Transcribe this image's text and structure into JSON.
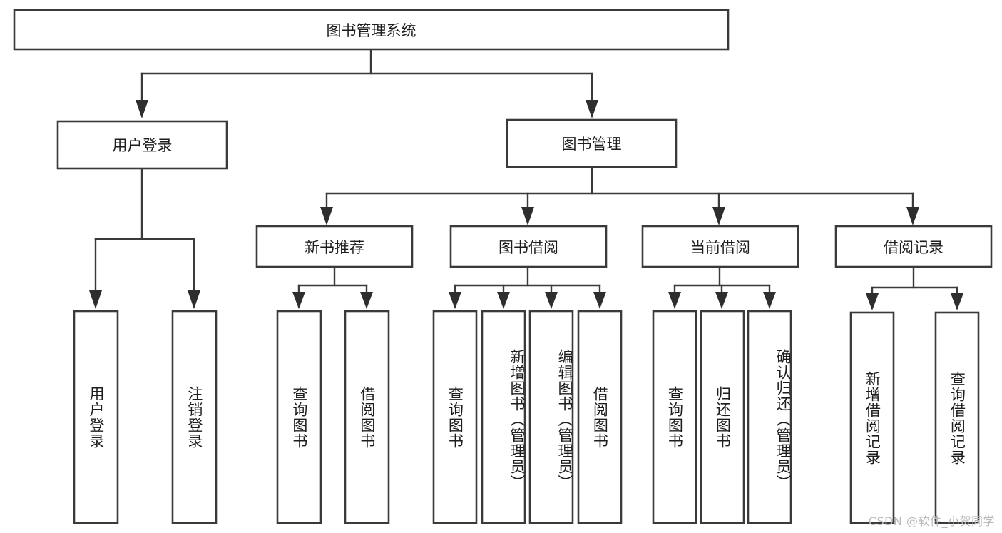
{
  "diagram": {
    "title": "图书管理系统",
    "type": "tree-hierarchy",
    "root": {
      "label": "图书管理系统"
    },
    "level1": [
      {
        "label": "用户登录"
      },
      {
        "label": "图书管理"
      }
    ],
    "level2": [
      {
        "label": "新书推荐",
        "parent": "图书管理"
      },
      {
        "label": "图书借阅",
        "parent": "图书管理"
      },
      {
        "label": "当前借阅",
        "parent": "图书管理"
      },
      {
        "label": "借阅记录",
        "parent": "图书管理"
      }
    ],
    "leaves": {
      "user_login": [
        {
          "label": "用户登录"
        },
        {
          "label": "注销登录"
        }
      ],
      "new_book_recommend": [
        {
          "label": "查询图书"
        },
        {
          "label": "借阅图书"
        }
      ],
      "book_borrow": [
        {
          "label": "查询图书"
        },
        {
          "label": "新增图书（管理员）"
        },
        {
          "label": "编辑图书（管理员）"
        },
        {
          "label": "借阅图书"
        }
      ],
      "current_borrow": [
        {
          "label": "查询图书"
        },
        {
          "label": "归还图书"
        },
        {
          "label": "确认归还（管理员）"
        }
      ],
      "borrow_record": [
        {
          "label": "新增借阅记录"
        },
        {
          "label": "查询借阅记录"
        }
      ]
    }
  },
  "watermark": {
    "text": "CSDN @软件_小贺同学"
  },
  "colors": {
    "box_stroke": "#3a3a3a",
    "connector": "#3a3a3a",
    "text": "#1d1d1d",
    "background": "#ffffff",
    "watermark": "#b9b9b9"
  }
}
